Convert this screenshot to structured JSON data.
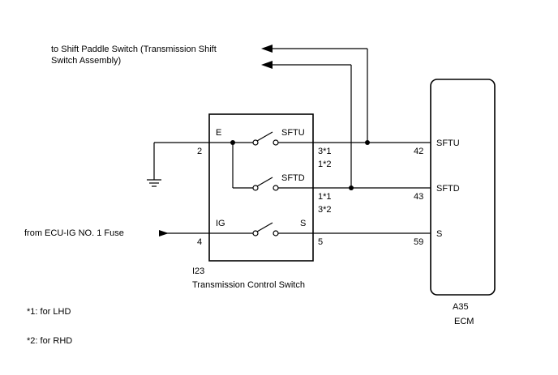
{
  "paddle": {
    "line1": "to Shift Paddle Switch (Transmission Shift",
    "line2": "Switch Assembly)"
  },
  "from_fuse": "from ECU-IG NO. 1 Fuse",
  "switch": {
    "code": "I23",
    "name": "Transmission Control Switch",
    "labels": {
      "e": "E",
      "ig": "IG",
      "sftu": "SFTU",
      "sftd": "SFTD",
      "s": "S"
    },
    "pins": {
      "e": "2",
      "ig": "4",
      "s": "5",
      "sftu_a": "3*1",
      "sftu_b": "1*2",
      "sftd_a": "1*1",
      "sftd_b": "3*2"
    }
  },
  "ecm": {
    "code": "A35",
    "name": "ECM",
    "pins": {
      "sftu": "42",
      "sftd": "43",
      "s": "59"
    },
    "labels": {
      "sftu": "SFTU",
      "sftd": "SFTD",
      "s": "S"
    }
  },
  "notes": {
    "lhd": "*1: for LHD",
    "rhd": "*2: for RHD"
  }
}
